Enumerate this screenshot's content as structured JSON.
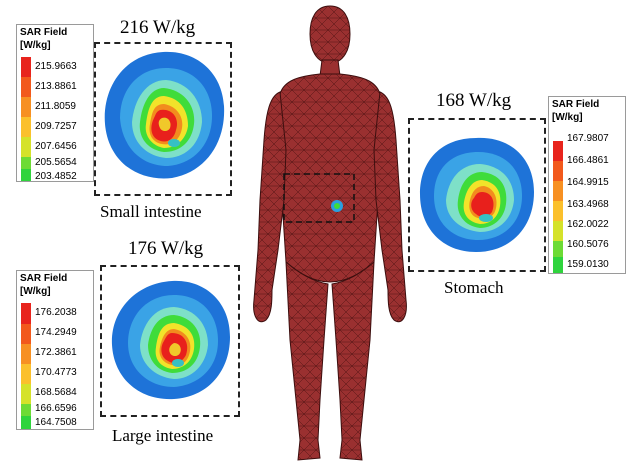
{
  "figure": {
    "legend_title": "SAR Field",
    "legend_unit": "[W/kg]",
    "scale_colors": [
      "#e8241d",
      "#f2591c",
      "#f79022",
      "#fbc02c",
      "#d5e22a",
      "#6ddb35",
      "#2fd43d"
    ],
    "panels": [
      {
        "id": "small-intestine",
        "value_label": "216 W/kg",
        "organ_label": "Small intestine",
        "ticks": [
          "215.9663",
          "213.8861",
          "211.8059",
          "209.7257",
          "207.6456",
          "205.5654",
          "203.4852"
        ]
      },
      {
        "id": "large-intestine",
        "value_label": "176 W/kg",
        "organ_label": "Large intestine",
        "ticks": [
          "176.2038",
          "174.2949",
          "172.3861",
          "170.4773",
          "168.5684",
          "166.6596",
          "164.7508"
        ]
      },
      {
        "id": "stomach",
        "value_label": "168 W/kg",
        "organ_label": "Stomach",
        "ticks": [
          "167.9807",
          "166.4861",
          "164.9915",
          "163.4968",
          "162.0022",
          "160.5076",
          "159.0130"
        ]
      }
    ]
  }
}
